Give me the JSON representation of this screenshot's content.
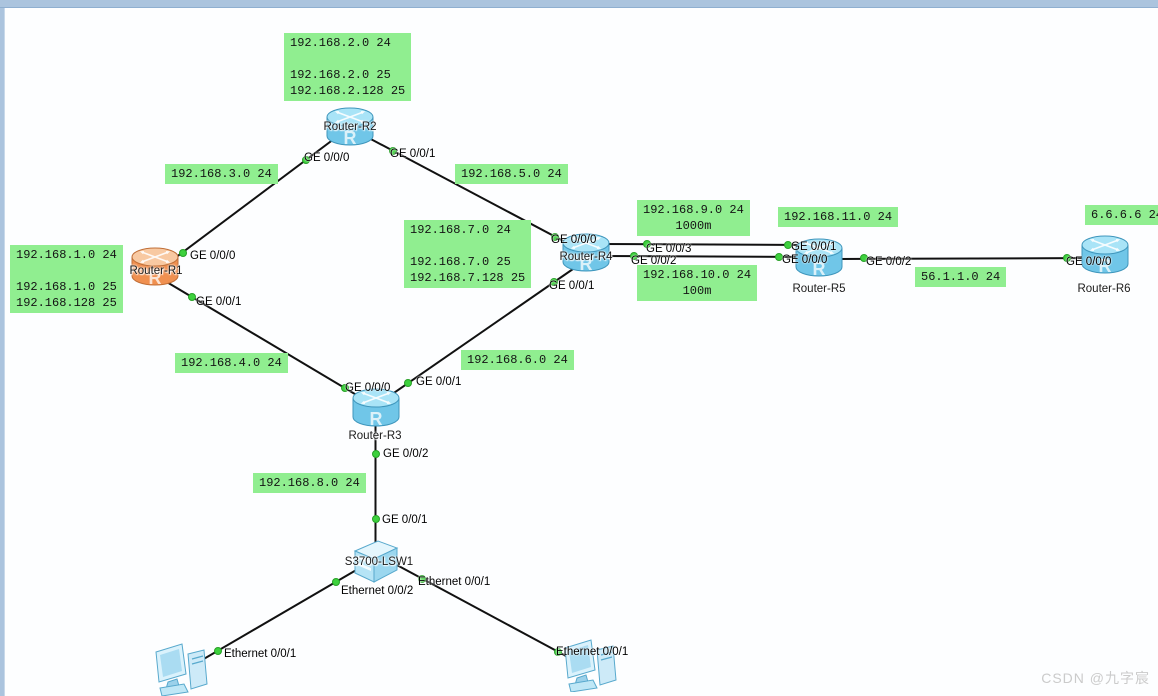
{
  "app": {
    "watermark": "CSDN @九字宸"
  },
  "icons": {
    "router_letter": "R"
  },
  "devices": [
    {
      "name": "Router-R1",
      "type": "router"
    },
    {
      "name": "Router-R2",
      "type": "router"
    },
    {
      "name": "Router-R3",
      "type": "router"
    },
    {
      "name": "Router-R4",
      "type": "router"
    },
    {
      "name": "Router-R5",
      "type": "router"
    },
    {
      "name": "Router-R6",
      "type": "router"
    },
    {
      "name": "S3700-LSW1",
      "type": "switch"
    },
    {
      "type": "pc"
    },
    {
      "type": "pc"
    }
  ],
  "iface_labels": [
    {
      "text": "GE 0/0/0"
    },
    {
      "text": "GE 0/0/1"
    },
    {
      "text": "GE 0/0/0"
    },
    {
      "text": "GE 0/0/1"
    },
    {
      "text": "GE 0/0/0"
    },
    {
      "text": "GE 0/0/1"
    },
    {
      "text": "GE 0/0/2"
    },
    {
      "text": "GE 0/0/0"
    },
    {
      "text": "GE 0/0/1"
    },
    {
      "text": "GE 0/0/3"
    },
    {
      "text": "GE 0/0/2"
    },
    {
      "text": "GE 0/0/1"
    },
    {
      "text": "GE 0/0/0"
    },
    {
      "text": "GE 0/0/2"
    },
    {
      "text": "GE 0/0/0"
    },
    {
      "text": "GE 0/0/1"
    },
    {
      "text": "Ethernet 0/0/2"
    },
    {
      "text": "Ethernet 0/0/1"
    },
    {
      "text": "Ethernet 0/0/1"
    },
    {
      "text": "Ethernet 0/0/1"
    }
  ],
  "net_labels": [
    {
      "lines": [
        "192.168.1.0 24",
        "",
        "192.168.1.0 25",
        "192.168.128 25"
      ]
    },
    {
      "lines": [
        "192.168.2.0 24",
        "",
        "192.168.2.0 25",
        "192.168.2.128 25"
      ]
    },
    {
      "lines": [
        "192.168.3.0 24"
      ]
    },
    {
      "lines": [
        "192.168.4.0 24"
      ]
    },
    {
      "lines": [
        "192.168.5.0 24"
      ]
    },
    {
      "lines": [
        "192.168.6.0 24"
      ]
    },
    {
      "lines": [
        "192.168.7.0 24",
        "",
        "192.168.7.0 25",
        "192.168.7.128 25"
      ]
    },
    {
      "lines": [
        "192.168.8.0 24"
      ]
    },
    {
      "lines": [
        "192.168.9.0 24",
        "1000m"
      ]
    },
    {
      "lines": [
        "192.168.10.0 24",
        "100m"
      ]
    },
    {
      "lines": [
        "192.168.11.0 24"
      ]
    },
    {
      "lines": [
        "56.1.1.0 24"
      ]
    },
    {
      "lines": [
        "6.6.6.6 24"
      ]
    }
  ],
  "links": [
    {
      "from": "Router-R1 GE 0/0/0",
      "to": "Router-R2 GE 0/0/0"
    },
    {
      "from": "Router-R2 GE 0/0/1",
      "to": "Router-R4 GE 0/0/0"
    },
    {
      "from": "Router-R1 GE 0/0/1",
      "to": "Router-R3 GE 0/0/0"
    },
    {
      "from": "Router-R3 GE 0/0/1",
      "to": "Router-R4 GE 0/0/1"
    },
    {
      "from": "Router-R4 GE 0/0/3",
      "to": "Router-R5 GE 0/0/1"
    },
    {
      "from": "Router-R4 GE 0/0/2",
      "to": "Router-R5 GE 0/0/0"
    },
    {
      "from": "Router-R5 GE 0/0/2",
      "to": "Router-R6 GE 0/0/0"
    },
    {
      "from": "Router-R3 GE 0/0/2",
      "to": "S3700-LSW1 GE 0/0/1"
    },
    {
      "from": "S3700-LSW1 Ethernet 0/0/2",
      "to": "PC Ethernet 0/0/1"
    },
    {
      "from": "S3700-LSW1 Ethernet 0/0/1",
      "to": "PC Ethernet 0/0/1"
    }
  ],
  "colors": {
    "label_bg": "#90EE90",
    "link_line": "#111111",
    "endpoint_dot": "#3dd13d",
    "router_blue": "#70c6e8",
    "router_orange": "#f09050",
    "frame_blue": "#abc4de"
  }
}
